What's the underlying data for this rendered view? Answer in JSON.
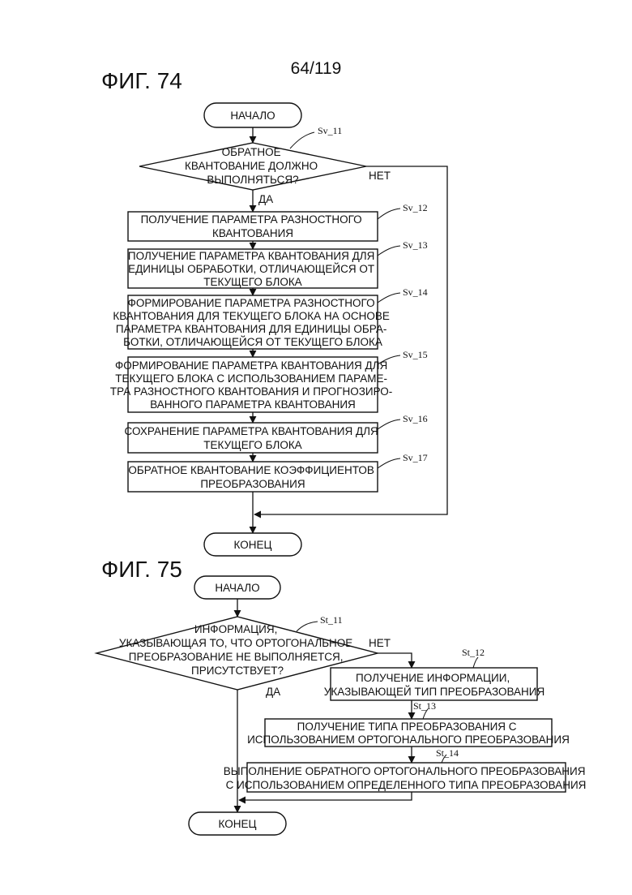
{
  "page": {
    "number": "64/119"
  },
  "fig74": {
    "title": "ФИГ. 74",
    "start": "НАЧАЛО",
    "decision": {
      "step": "Sv_11",
      "lines": [
        "ОБРАТНОЕ",
        "КВАНТОВАНИЕ ДОЛЖНО",
        "ВЫПОЛНЯТЬСЯ?"
      ],
      "yes": "ДА",
      "no": "НЕТ"
    },
    "steps": [
      {
        "id": "Sv_12",
        "lines": [
          "ПОЛУЧЕНИЕ ПАРАМЕТРА РАЗНОСТНОГО",
          "КВАНТОВАНИЯ"
        ]
      },
      {
        "id": "Sv_13",
        "lines": [
          "ПОЛУЧЕНИЕ ПАРАМЕТРА КВАНТОВАНИЯ ДЛЯ",
          "ЕДИНИЦЫ ОБРАБОТКИ, ОТЛИЧАЮЩЕЙСЯ ОТ",
          "ТЕКУЩЕГО БЛОКА"
        ]
      },
      {
        "id": "Sv_14",
        "lines": [
          "ФОРМИРОВАНИЕ ПАРАМЕТРА РАЗНОСТНОГО",
          "КВАНТОВАНИЯ ДЛЯ ТЕКУЩЕГО БЛОКА НА ОСНОВЕ",
          "ПАРАМЕТРА КВАНТОВАНИЯ ДЛЯ ЕДИНИЦЫ ОБРА-",
          "БОТКИ, ОТЛИЧАЮЩЕЙСЯ ОТ ТЕКУЩЕГО БЛОКА"
        ]
      },
      {
        "id": "Sv_15",
        "lines": [
          "ФОРМИРОВАНИЕ ПАРАМЕТРА КВАНТОВАНИЯ ДЛЯ",
          "ТЕКУЩЕГО БЛОКА С ИСПОЛЬЗОВАНИЕМ ПАРАМЕ-",
          "ТРА РАЗНОСТНОГО КВАНТОВАНИЯ И ПРОГНОЗИРО-",
          "ВАННОГО ПАРАМЕТРА КВАНТОВАНИЯ"
        ]
      },
      {
        "id": "Sv_16",
        "lines": [
          "СОХРАНЕНИЕ ПАРАМЕТРА КВАНТОВАНИЯ ДЛЯ",
          "ТЕКУЩЕГО БЛОКА"
        ]
      },
      {
        "id": "Sv_17",
        "lines": [
          "ОБРАТНОЕ КВАНТОВАНИЕ КОЭФФИЦИЕНТОВ",
          "ПРЕОБРАЗОВАНИЯ"
        ]
      }
    ],
    "end": "КОНЕЦ"
  },
  "fig75": {
    "title": "ФИГ. 75",
    "start": "НАЧАЛО",
    "decision": {
      "step": "St_11",
      "lines": [
        "ИНФОРМАЦИЯ,",
        "УКАЗЫВАЮЩАЯ ТО, ЧТО ОРТОГОНАЛЬНОЕ",
        "ПРЕОБРАЗОВАНИЕ НЕ ВЫПОЛНЯЕТСЯ,",
        "ПРИСУТСТВУЕТ?"
      ],
      "yes": "ДА",
      "no": "НЕТ"
    },
    "steps": [
      {
        "id": "St_12",
        "lines": [
          "ПОЛУЧЕНИЕ ИНФОРМАЦИИ,",
          "УКАЗЫВАЮЩЕЙ ТИП ПРЕОБРАЗОВАНИЯ"
        ]
      },
      {
        "id": "St_13",
        "lines": [
          "ПОЛУЧЕНИЕ ТИПА ПРЕОБРАЗОВАНИЯ С",
          "ИСПОЛЬЗОВАНИЕМ ОРТОГОНАЛЬНОГО ПРЕОБРАЗОВАНИЯ"
        ]
      },
      {
        "id": "St_14",
        "lines": [
          "ВЫПОЛНЕНИЕ ОБРАТНОГО ОРТОГОНАЛЬНОГО ПРЕОБРАЗОВАНИЯ",
          "С ИСПОЛЬЗОВАНИЕМ ОПРЕДЕЛЕННОГО ТИПА ПРЕОБРАЗОВАНИЯ"
        ]
      }
    ],
    "end": "КОНЕЦ"
  }
}
